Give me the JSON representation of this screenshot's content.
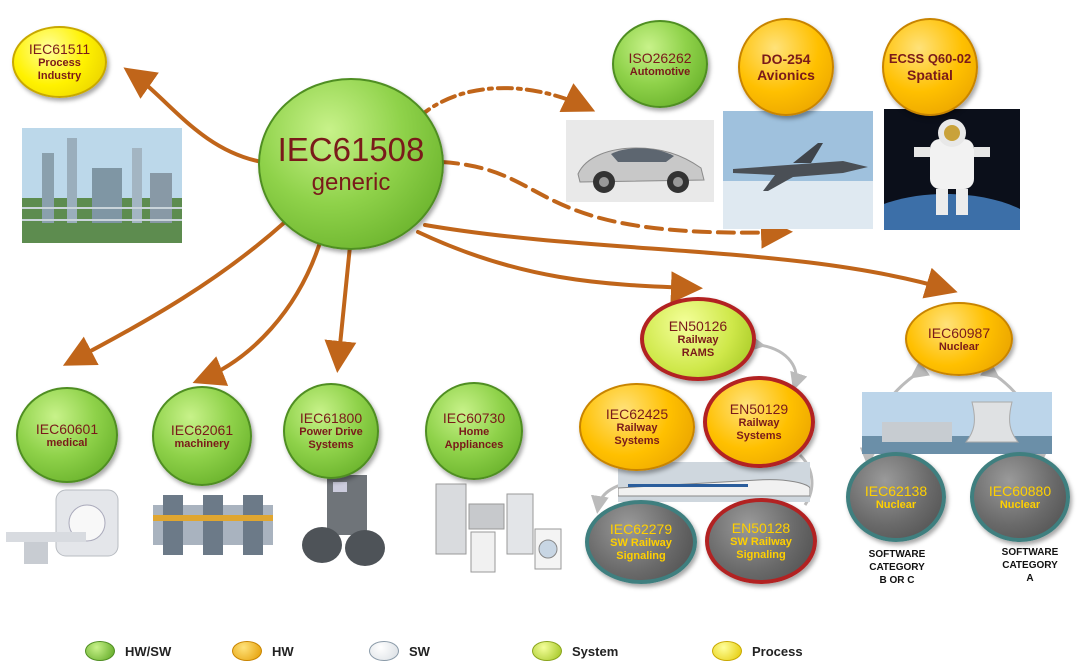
{
  "center": {
    "title": "IEC61508",
    "subtitle": "generic"
  },
  "nodes": {
    "iec61511": {
      "title": "IEC61511",
      "sub": "Process\nIndustry"
    },
    "iso26262": {
      "title": "ISO26262",
      "sub": "Automotive"
    },
    "do254": {
      "title": "DO-254",
      "sub": "Avionics"
    },
    "ecss": {
      "title": "ECSS Q60-02",
      "sub": "Spatial"
    },
    "iec60601": {
      "title": "IEC60601",
      "sub": "medical"
    },
    "iec62061": {
      "title": "IEC62061",
      "sub": "machinery"
    },
    "iec61800": {
      "title": "IEC61800",
      "sub": "Power Drive\nSystems"
    },
    "iec60730": {
      "title": "IEC60730",
      "sub": "Home\nAppliances"
    },
    "en50126": {
      "title": "EN50126",
      "sub": "Railway\nRAMS"
    },
    "iec62425": {
      "title": "IEC62425",
      "sub": "Railway\nSystems"
    },
    "en50129": {
      "title": "EN50129",
      "sub": "Railway\nSystems"
    },
    "iec62279": {
      "title": "IEC62279",
      "sub": "SW Railway\nSignaling"
    },
    "en50128": {
      "title": "EN50128",
      "sub": "SW Railway\nSignaling"
    },
    "iec60987": {
      "title": "IEC60987",
      "sub": "Nuclear"
    },
    "iec62138": {
      "title": "IEC62138",
      "sub": "Nuclear"
    },
    "iec60880": {
      "title": "IEC60880",
      "sub": "Nuclear"
    }
  },
  "labels": {
    "catbc": "SOFTWARE\nCATEGORY\nB OR C",
    "cata": "SOFTWARE\nCATEGORY\nA"
  },
  "legend": [
    {
      "label": "HW/SW",
      "color": "#8fd24a"
    },
    {
      "label": "HW",
      "color": "#ffc000"
    },
    {
      "label": "SW",
      "color": "#ffffff"
    },
    {
      "label": "System",
      "color": "#cfe84a"
    },
    {
      "label": "Process",
      "color": "#fff200"
    }
  ],
  "colors": {
    "arrow": "#c0651a",
    "railway_red": "#b22222"
  }
}
